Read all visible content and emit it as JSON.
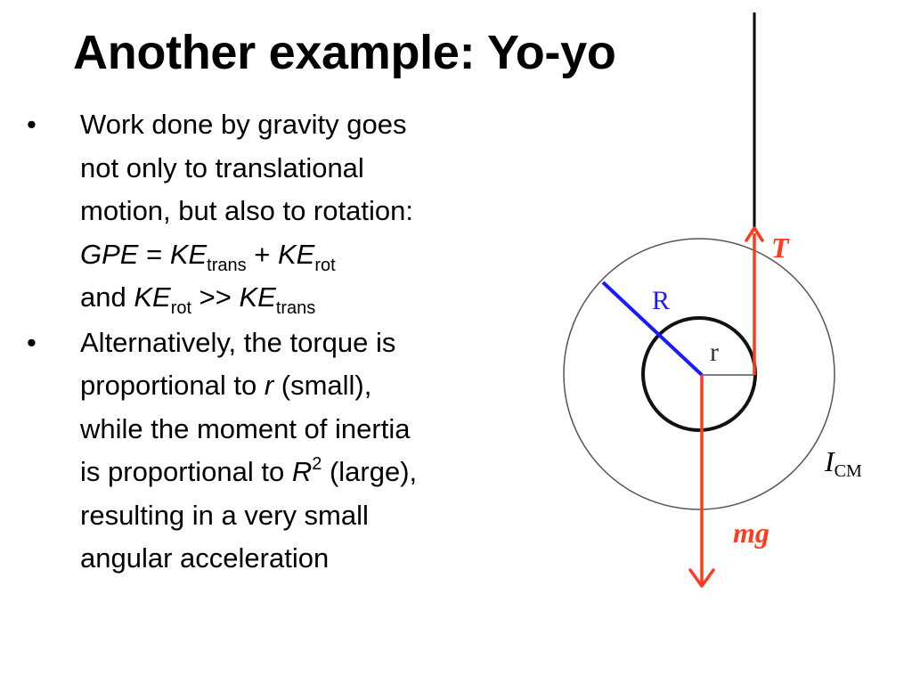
{
  "slide": {
    "title": "Another example: Yo-yo"
  },
  "bullets": [
    {
      "symbol": "•",
      "lines": [
        "Work done by gravity goes",
        "not only to translational",
        "motion, but also to rotation:"
      ],
      "equation1": {
        "gpe": "GPE",
        "eq": " = ",
        "ke1": "KE",
        "ke1_sub": "trans",
        "plus": " + ",
        "ke2": "KE",
        "ke2_sub": "rot"
      },
      "equation2": {
        "and": "and ",
        "ke1": "KE",
        "ke1_sub": "rot",
        "gg": " >> ",
        "ke2": "KE",
        "ke2_sub": "trans"
      }
    },
    {
      "symbol": "•",
      "line1": "Alternatively, the torque is",
      "line2_pre": "proportional to ",
      "line2_var": "r",
      "line2_post": " (small),",
      "line3": "while the moment of inertia",
      "line4_pre": "is proportional to ",
      "line4_var": "R",
      "line4_sup": "2",
      "line4_post": " (large),",
      "line5": "resulting in a very small",
      "line6": "angular acceleration"
    }
  ],
  "diagram": {
    "label_T": "T",
    "label_R": "R",
    "label_r": "r",
    "label_mg": "mg",
    "label_I": "I",
    "label_I_sub": "CM",
    "colors": {
      "force": "#ff3b1f",
      "radius": "#1a1aff",
      "string": "#000000",
      "outer_circle": "#555555"
    }
  }
}
